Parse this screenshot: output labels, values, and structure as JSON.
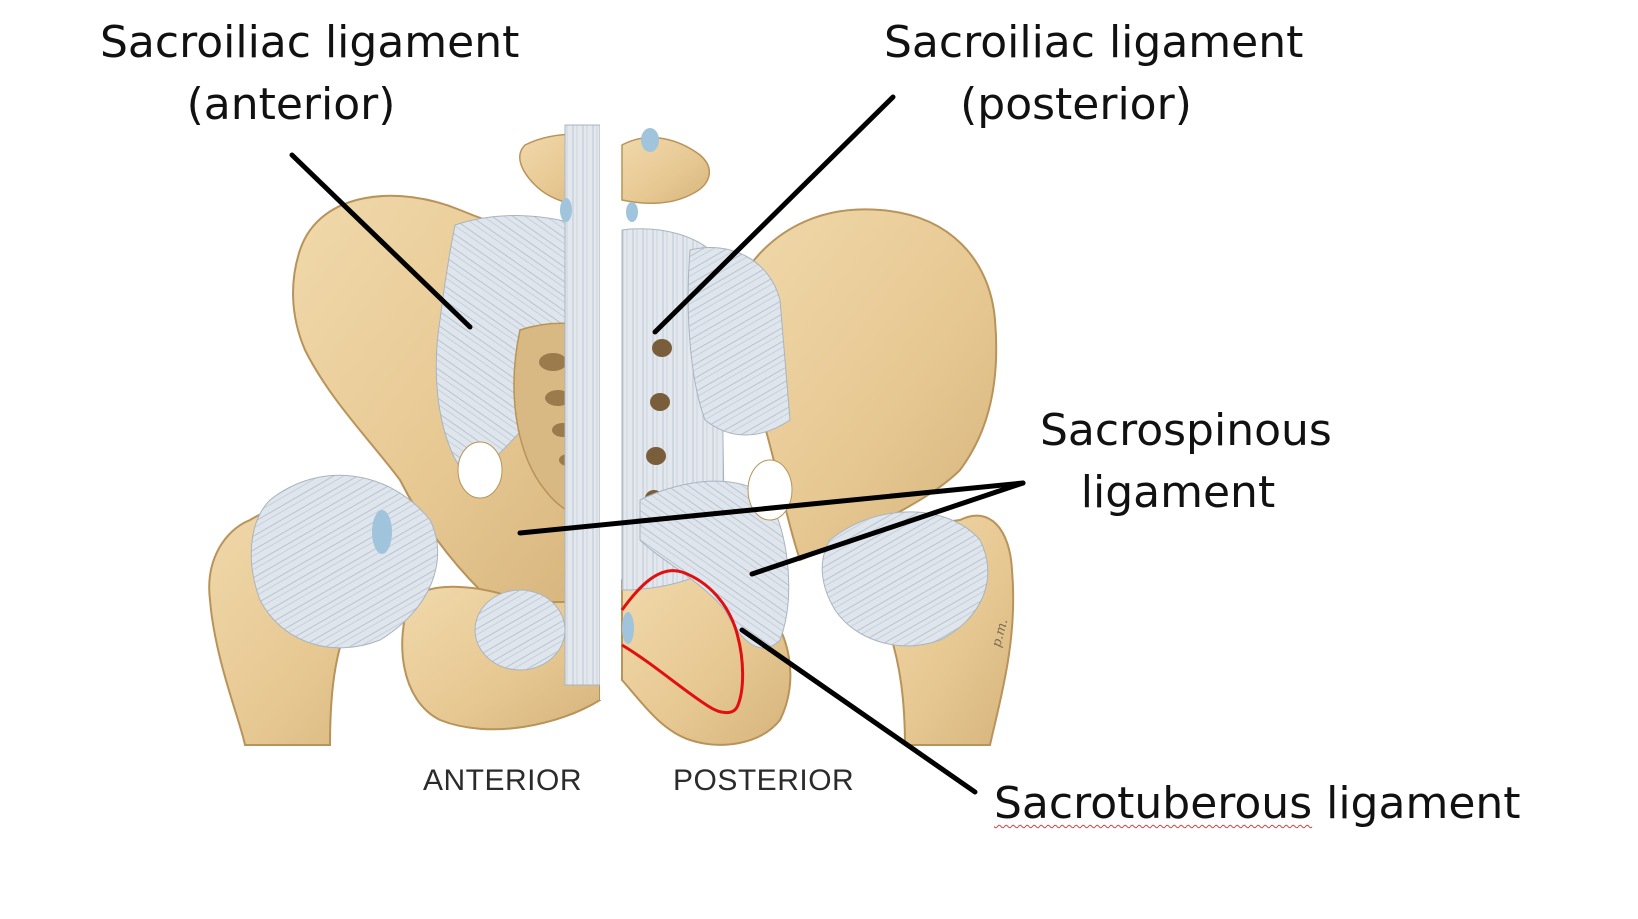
{
  "labels": {
    "si_anterior": {
      "line1": "Sacroiliac ligament",
      "line2": "(anterior)"
    },
    "si_posterior": {
      "line1": "Sacroiliac ligament",
      "line2": "(posterior)"
    },
    "sacrospinous": {
      "line1": "Sacrospinous",
      "line2": "ligament"
    },
    "sacrotuberous": {
      "word1": "Sacrotuberous",
      "word2": " ligament"
    }
  },
  "views": {
    "anterior": "ANTERIOR",
    "posterior": "POSTERIOR"
  },
  "artist_signature": "p.m.",
  "colors": {
    "bone": "#e8cc9a",
    "bone_shade": "#c9a56c",
    "ligament": "#dde3ea",
    "cartilage": "#9fc4dc",
    "leader_line": "#000000",
    "highlight_outline": "#e01010"
  }
}
